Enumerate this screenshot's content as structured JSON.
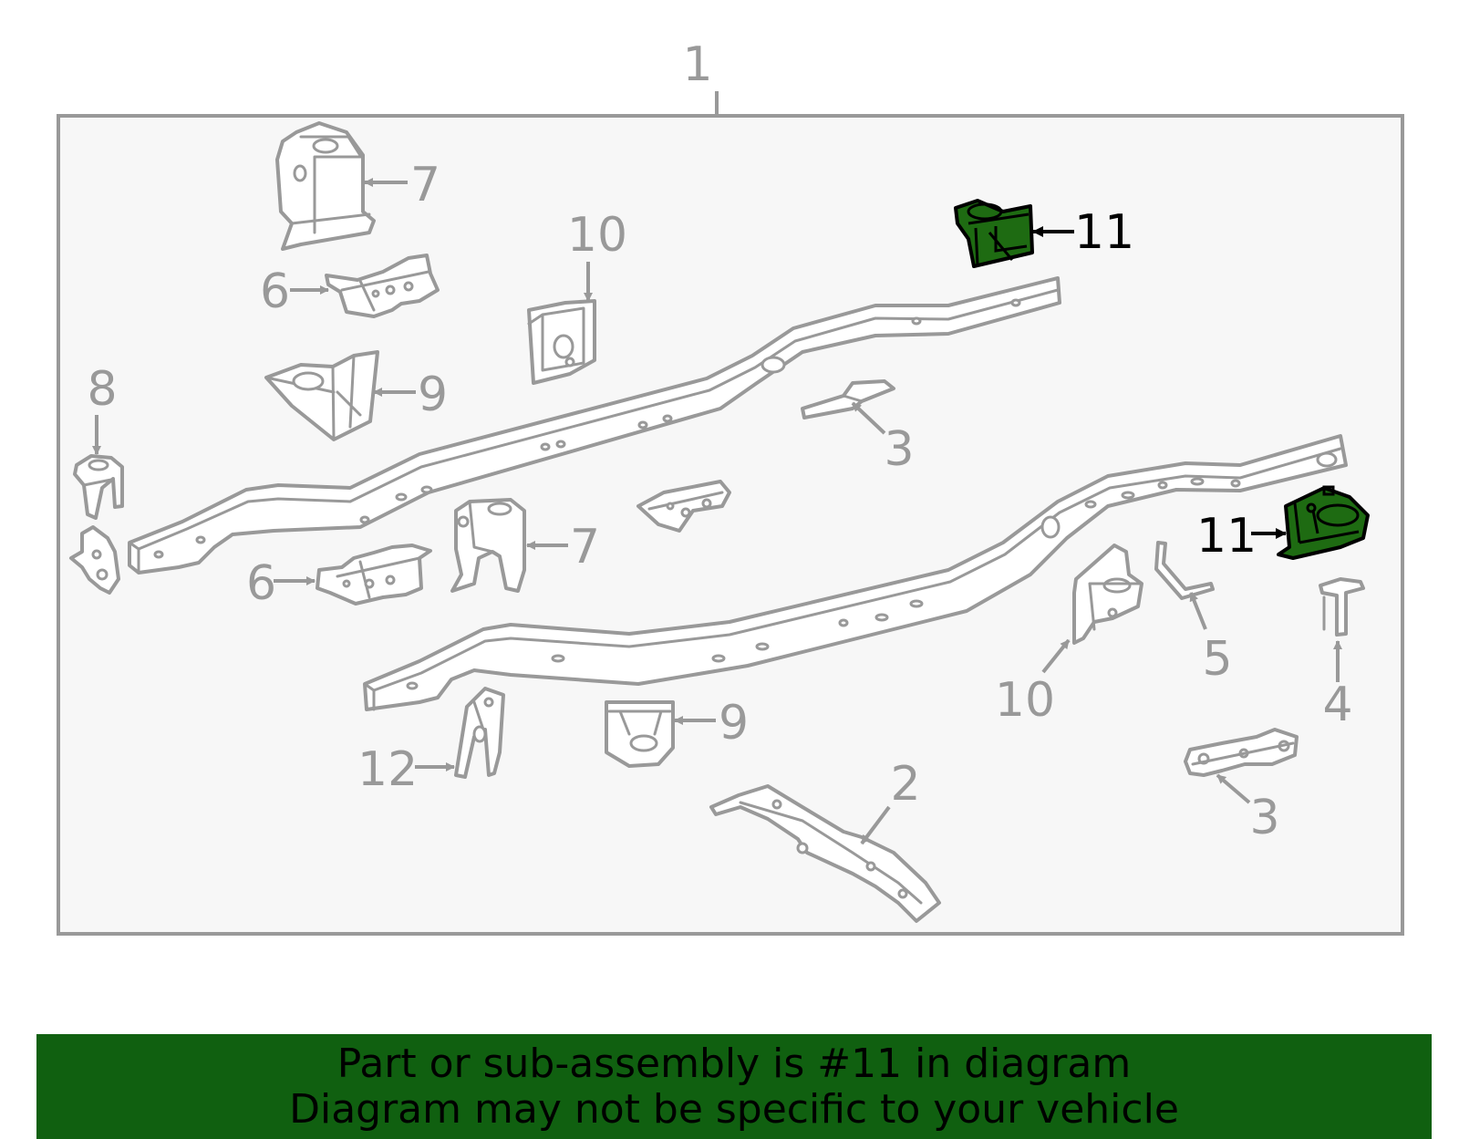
{
  "colors": {
    "highlight": "#1e6b12",
    "banner": "#106010",
    "line": "#999999",
    "panel": "#f7f7f7"
  },
  "labels": {
    "l1": "1",
    "l2": "2",
    "l3a": "3",
    "l3b": "3",
    "l4": "4",
    "l5": "5",
    "l6a": "6",
    "l6b": "6",
    "l7a": "7",
    "l7b": "7",
    "l8": "8",
    "l9a": "9",
    "l9b": "9",
    "l10a": "10",
    "l10b": "10",
    "l11a": "11",
    "l11b": "11",
    "l12": "12"
  },
  "footer": {
    "line1": "Part or sub-assembly is #11 in diagram",
    "line2": "Diagram may not be specific to your vehicle"
  }
}
